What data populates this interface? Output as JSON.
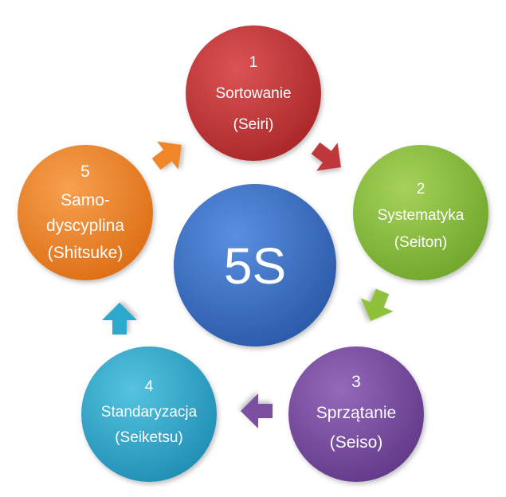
{
  "center": {
    "label": "5S",
    "color": "#3a6fc7"
  },
  "nodes": [
    {
      "id": "sortowanie",
      "lines": [
        "1",
        "Sortowanie",
        "(Seiri)"
      ],
      "color": "#c0393b",
      "arrow_color": "#c0393b"
    },
    {
      "id": "systematyka",
      "lines": [
        "2",
        "Systematyka",
        "(Seiton)"
      ],
      "color": "#8fc13e",
      "arrow_color": "#8fc13e"
    },
    {
      "id": "sprzatanie",
      "lines": [
        "3",
        "Sprzątanie",
        "(Seiso)"
      ],
      "color": "#7b4fa0",
      "arrow_color": "#7b4fa0"
    },
    {
      "id": "standaryzacja",
      "lines": [
        "4",
        "Standaryzacja",
        "(Seiketsu)"
      ],
      "color": "#2fa9cc",
      "arrow_color": "#2fa9cc"
    },
    {
      "id": "samodyscyplina",
      "lines": [
        "5",
        "Samo-",
        "dyscyplina",
        "(Shitsuke)"
      ],
      "color": "#f0862a",
      "arrow_color": "#f0862a"
    }
  ]
}
